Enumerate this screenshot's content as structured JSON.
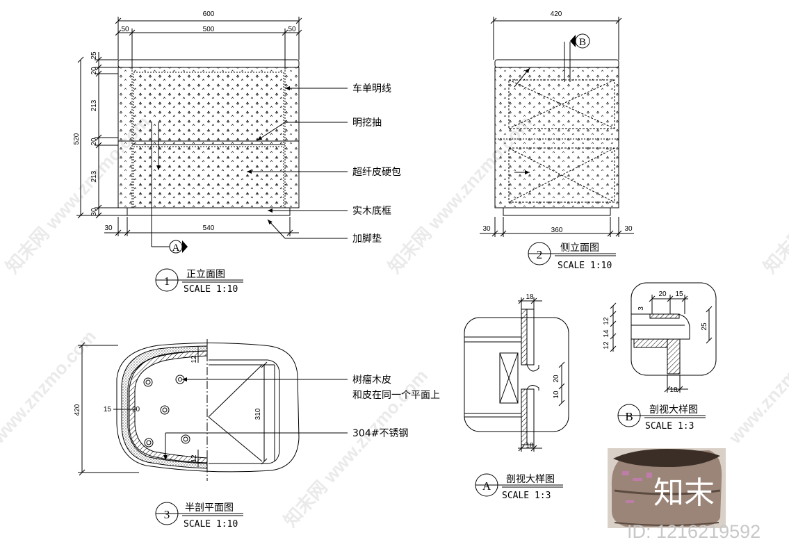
{
  "front_elevation": {
    "number": "1",
    "title": "正立面图",
    "scale": "SCALE 1:10",
    "dims": {
      "overall_width": "600",
      "left_margin": "50",
      "inner_width": "500",
      "right_margin": "50",
      "height_total": "520",
      "top_25": "25",
      "d20a": "20",
      "d213a": "213",
      "d20b": "20",
      "d213b": "213",
      "d30": "30",
      "base_left": "30",
      "base_width": "540"
    },
    "section_marker": "A"
  },
  "side_elevation": {
    "number": "2",
    "title": "侧立面图",
    "scale": "SCALE 1:10",
    "dims": {
      "overall_width": "420",
      "left": "30",
      "middle": "360",
      "right": "30"
    },
    "section_marker": "B"
  },
  "callouts": {
    "stitch": "车单明线",
    "pull": "明挖抽",
    "leather": "超纤皮硬包",
    "base": "实木底框",
    "foot": "加脚垫",
    "burl": "树瘤木皮",
    "burl2": "和皮在同一个平面上",
    "steel": "304#不锈钢"
  },
  "plan": {
    "number": "3",
    "title": "半剖平面图",
    "scale": "SCALE 1:10",
    "dims": {
      "depth": "420",
      "d15": "15",
      "d20": "20",
      "d12a": "12",
      "d12b": "12",
      "d310": "310"
    }
  },
  "detail_a": {
    "number": "A",
    "title": "剖视大样图",
    "scale": "SCALE 1:3",
    "dims": {
      "top": "18",
      "bottom": "18",
      "v20": "20",
      "v10": "10"
    }
  },
  "detail_b": {
    "number": "B",
    "title": "剖视大样图",
    "scale": "SCALE 1:3",
    "dims": {
      "w20": "20",
      "w15": "15",
      "v3": "3",
      "v12a": "12",
      "v12b": "12",
      "v14": "14",
      "v25": "25",
      "bottom18": "18"
    }
  },
  "watermark": {
    "text": "www.znzmo.com",
    "cn": "知末网"
  },
  "brand": {
    "logo": "知末",
    "id": "ID: 1216219592"
  },
  "colors": {
    "line": "#000000",
    "photo_top": "#3a2e26",
    "photo_body": "#9b8578",
    "photo_highlight": "#c77bb5"
  }
}
